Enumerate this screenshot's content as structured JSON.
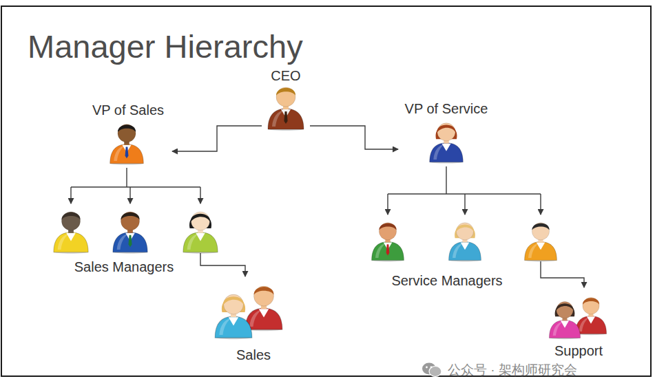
{
  "diagram": {
    "title": "Manager Hierarchy",
    "nodes": [
      {
        "text": [
          "CEO"
        ]
      },
      {
        "text": [
          "VP of Sales"
        ]
      },
      {
        "text": [
          "VP of Service"
        ]
      },
      {
        "text": [
          "Sales Managers"
        ]
      },
      {
        "text": [
          "Service Managers"
        ]
      },
      {
        "text": [
          "Sales"
        ]
      },
      {
        "text": [
          "Support"
        ]
      }
    ],
    "edges": [
      {
        "from": 0,
        "to": 1,
        "arrow": "to"
      },
      {
        "from": 0,
        "to": 2,
        "arrow": "to"
      },
      {
        "from": 1,
        "to": 3,
        "arrow": "to"
      },
      {
        "from": 2,
        "to": 4,
        "arrow": "to"
      },
      {
        "from": 3,
        "to": 5,
        "arrow": "to"
      },
      {
        "from": 4,
        "to": 6,
        "arrow": "to"
      }
    ],
    "labels": [
      "公众号 · 架构师研究会"
    ]
  }
}
